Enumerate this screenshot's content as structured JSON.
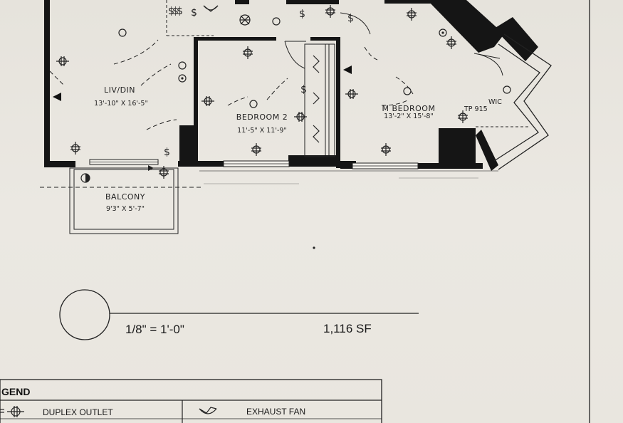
{
  "rooms": {
    "living_dining": {
      "name": "LIV/DIN",
      "dims": "13'-10\" X 16'-5\""
    },
    "bedroom2": {
      "name": "BEDROOM 2",
      "dims": "11'-5\" X 11'-9\""
    },
    "master_bedroom": {
      "name": "M BEDROOM",
      "dims": "13'-2\" X 15'-8\""
    },
    "walk_in_closet": {
      "name": "WIC"
    },
    "balcony": {
      "name": "BALCONY",
      "dims": "9'3\" X 5'-7\""
    }
  },
  "tags": {
    "tp": "TP 915"
  },
  "scale": {
    "label": "1/8\" = 1'-0\""
  },
  "area": {
    "label": "1,116 SF"
  },
  "legend": {
    "title": "GEND",
    "items": [
      {
        "label": "DUPLEX OUTLET",
        "icon": "duplex-outlet-icon"
      },
      {
        "label": "EXHAUST FAN",
        "icon": "exhaust-fan-icon"
      }
    ]
  }
}
